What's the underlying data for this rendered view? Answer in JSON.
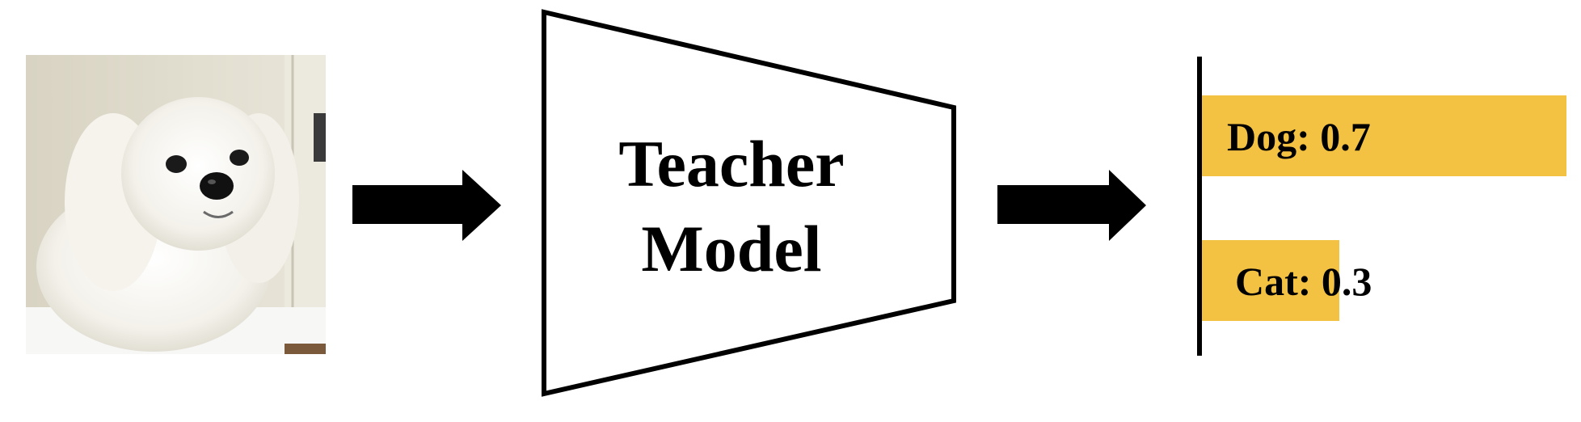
{
  "model": {
    "label_line1": "Teacher",
    "label_line2": "Model"
  },
  "input_image": {
    "icon": "dog-photo-icon"
  },
  "outputs": [
    {
      "label": "Dog: 0.7",
      "probability": 0.7
    },
    {
      "label": "Cat: 0.3",
      "probability": 0.3
    }
  ],
  "colors": {
    "bar": "#F4C242",
    "stroke": "#000000"
  }
}
